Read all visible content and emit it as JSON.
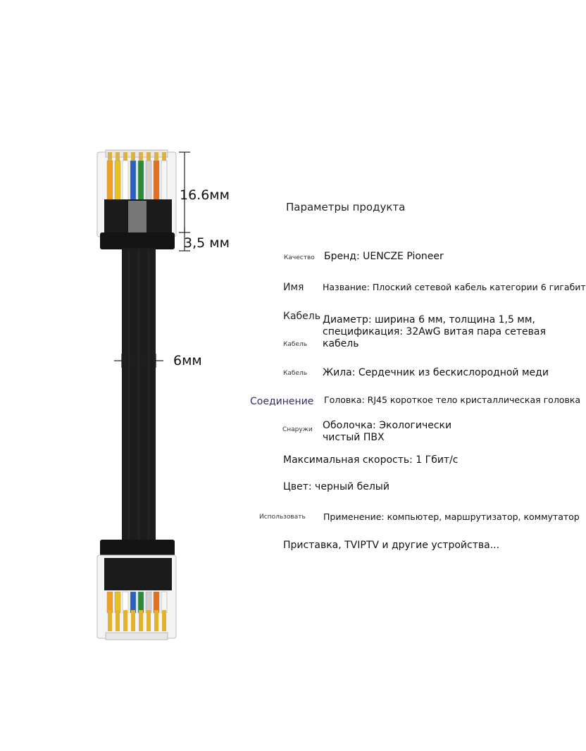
{
  "dimensions": {
    "connector_height": "16.6мм",
    "boot_height": "3,5 мм",
    "cable_width": "6мм"
  },
  "specs": {
    "title": "Параметры продукта",
    "rows": [
      {
        "label": "Качество",
        "value": "Бренд: UENCZE Pioneer"
      },
      {
        "label": "Имя",
        "value": "Название: Плоский сетевой кабель категории 6 гигабит"
      },
      {
        "label": "Кабель",
        "value": "Диаметр: ширина 6 мм, толщина 1,5 мм, спецификация: 32AwG витая пара сетевая кабель",
        "label2": "Кабель"
      },
      {
        "label": "Кабель",
        "value": "Жила: Сердечник из бескислородной меди"
      },
      {
        "label": "Соединение",
        "value": "Головка: RJ45 короткое тело кристаллическая головка"
      },
      {
        "label": "Снаружи",
        "value": "Оболочка: Экологически чистый ПВХ"
      },
      {
        "label": "",
        "value": "Максимальная скорость: 1 Гбит/с"
      },
      {
        "label": "",
        "value": "Цвет: черный белый"
      },
      {
        "label": "Использовать",
        "value": "Применение: компьютер, маршрутизатор, коммутатор"
      },
      {
        "label": "",
        "value": "Приставка, TVIPTV и другие устройства..."
      }
    ]
  },
  "colors": {
    "cable": "#1c1c1c",
    "label_accent": "#3b2a6b",
    "pins": [
      "#f0a020",
      "#e8c020",
      "#ffffff",
      "#2a60c0",
      "#2a8a3a",
      "#d0d0d0",
      "#e07020",
      "#f5f5f5"
    ]
  }
}
